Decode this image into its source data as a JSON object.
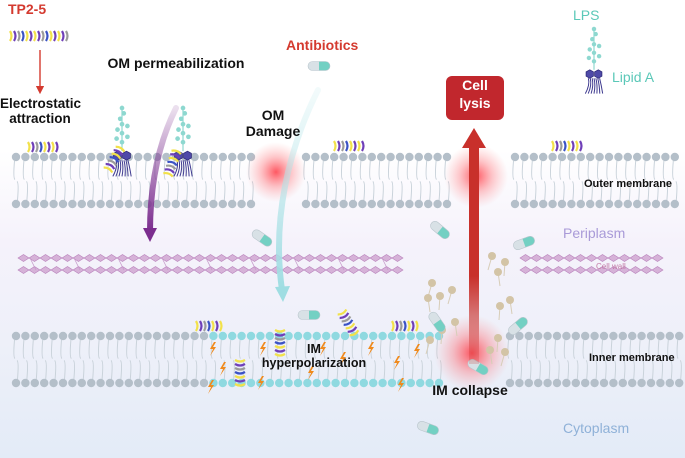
{
  "peptide": {
    "name": "TP2-5",
    "mechanism": "Electrostatic attraction"
  },
  "steps": {
    "om_permeabilization": "OM permeabilization",
    "om_damage": "OM Damage",
    "antibiotics": "Antibiotics",
    "cell_lysis": "Cell lysis",
    "im_hyperpolarization": "IM hyperpolarization",
    "im_collapse": "IM collapse"
  },
  "legend": {
    "lps": "LPS",
    "lipid_a": "Lipid A"
  },
  "regions": {
    "outer_membrane": "Outer membrane",
    "periplasm": "Periplasm",
    "cell_wall": "Cell wall",
    "inner_membrane": "Inner membrane",
    "cytoplasm": "Cytoplasm"
  },
  "colors": {
    "peptide_label": "#d43a2f",
    "antibiotics_label": "#d43a2f",
    "lysis_box": "#c1272d",
    "lps_label": "#5bc8b8",
    "lipid_a_label": "#5bc8b8",
    "membrane_head": "#b4bfc9",
    "im_damaged_head": "#8fd9e0",
    "periplasm_label": "#a99ad8",
    "cytoplasm_label": "#8fb1d8",
    "purple_arrow": "#7b2d8e",
    "teal_arrow": "#9fdde2",
    "lysis_arrow": "#c8302b"
  }
}
